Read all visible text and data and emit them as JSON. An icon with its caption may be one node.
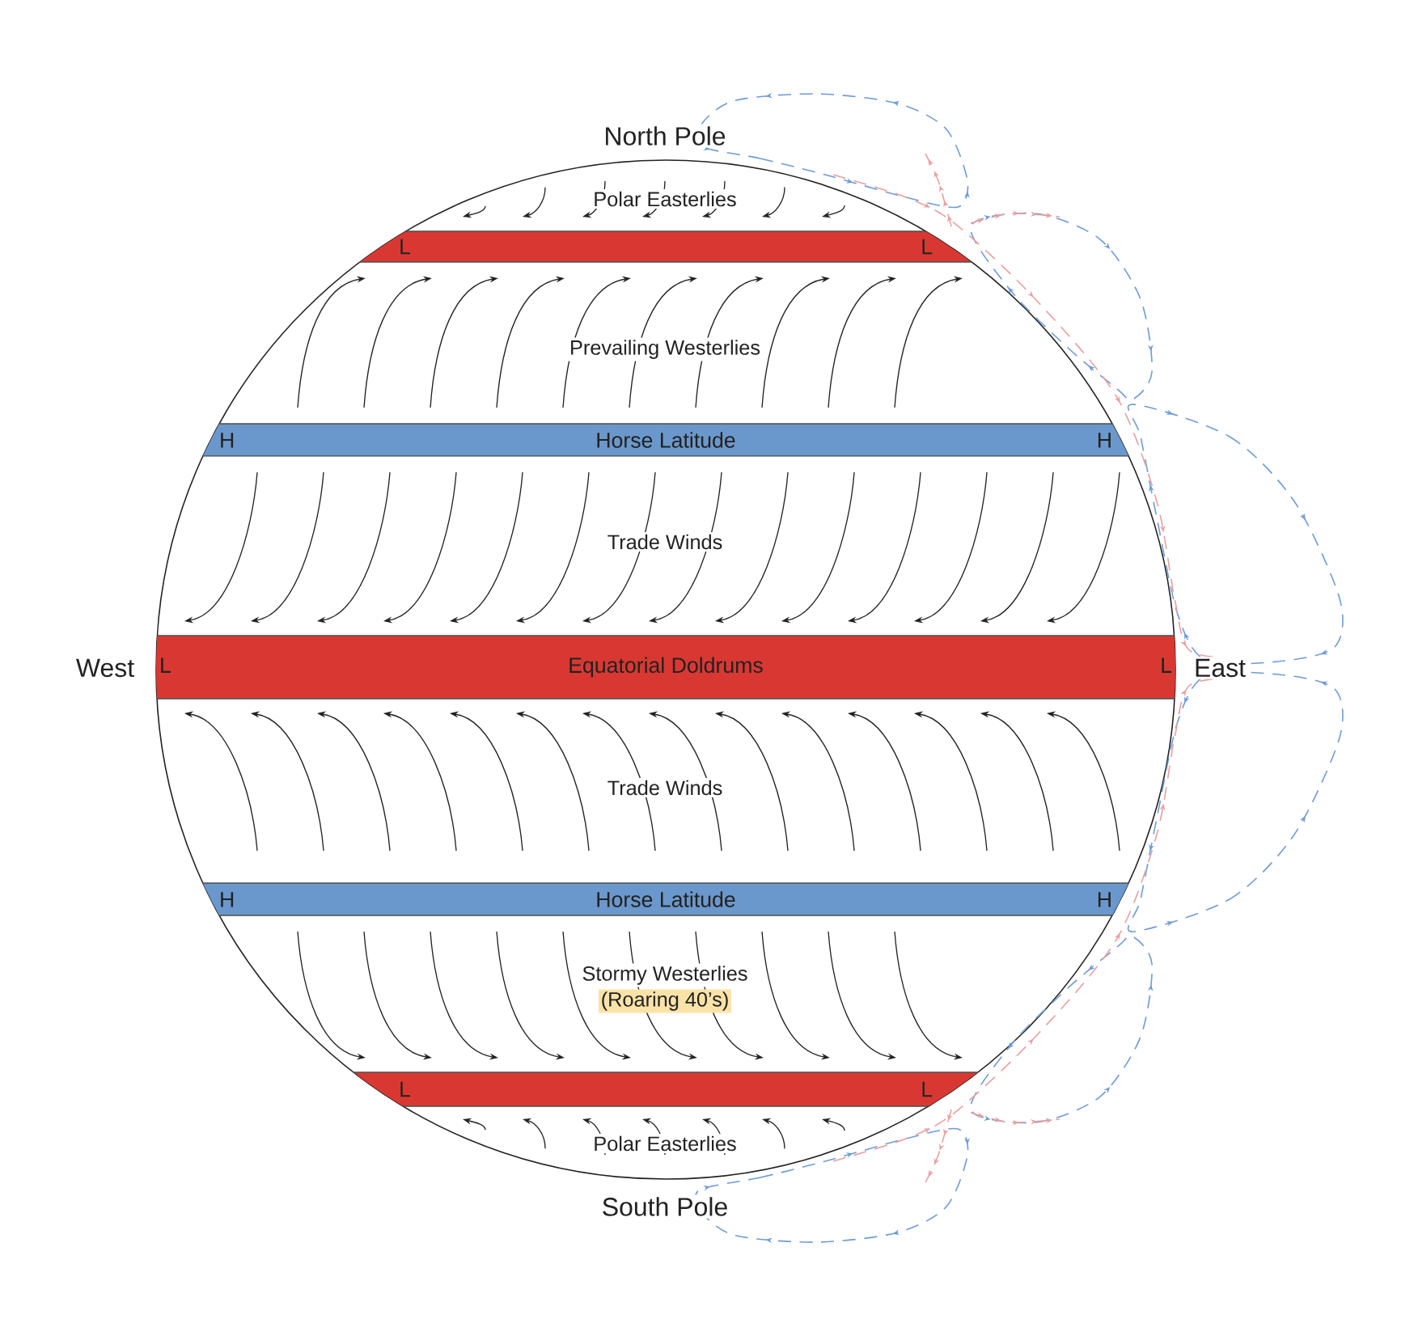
{
  "diagram": {
    "nodes": [
      {
        "text": [
          "L",
          "L"
        ]
      },
      {
        "text": [
          "H",
          "Horse Latitude",
          "H"
        ]
      },
      {
        "text": [
          "L",
          "Equatorial Doldrums",
          "L"
        ]
      },
      {
        "text": [
          "H",
          "Horse Latitude",
          "H"
        ]
      },
      {
        "text": [
          "L",
          "L"
        ]
      }
    ],
    "labels": [
      "North Pole",
      "Polar Easterlies",
      "Prevailing Westerlies",
      "Trade Winds",
      "West",
      "East",
      "Trade Winds",
      "Stormy Westerlies",
      "(Roaring 40’s)",
      "Polar Easterlies",
      "South Pole"
    ]
  }
}
